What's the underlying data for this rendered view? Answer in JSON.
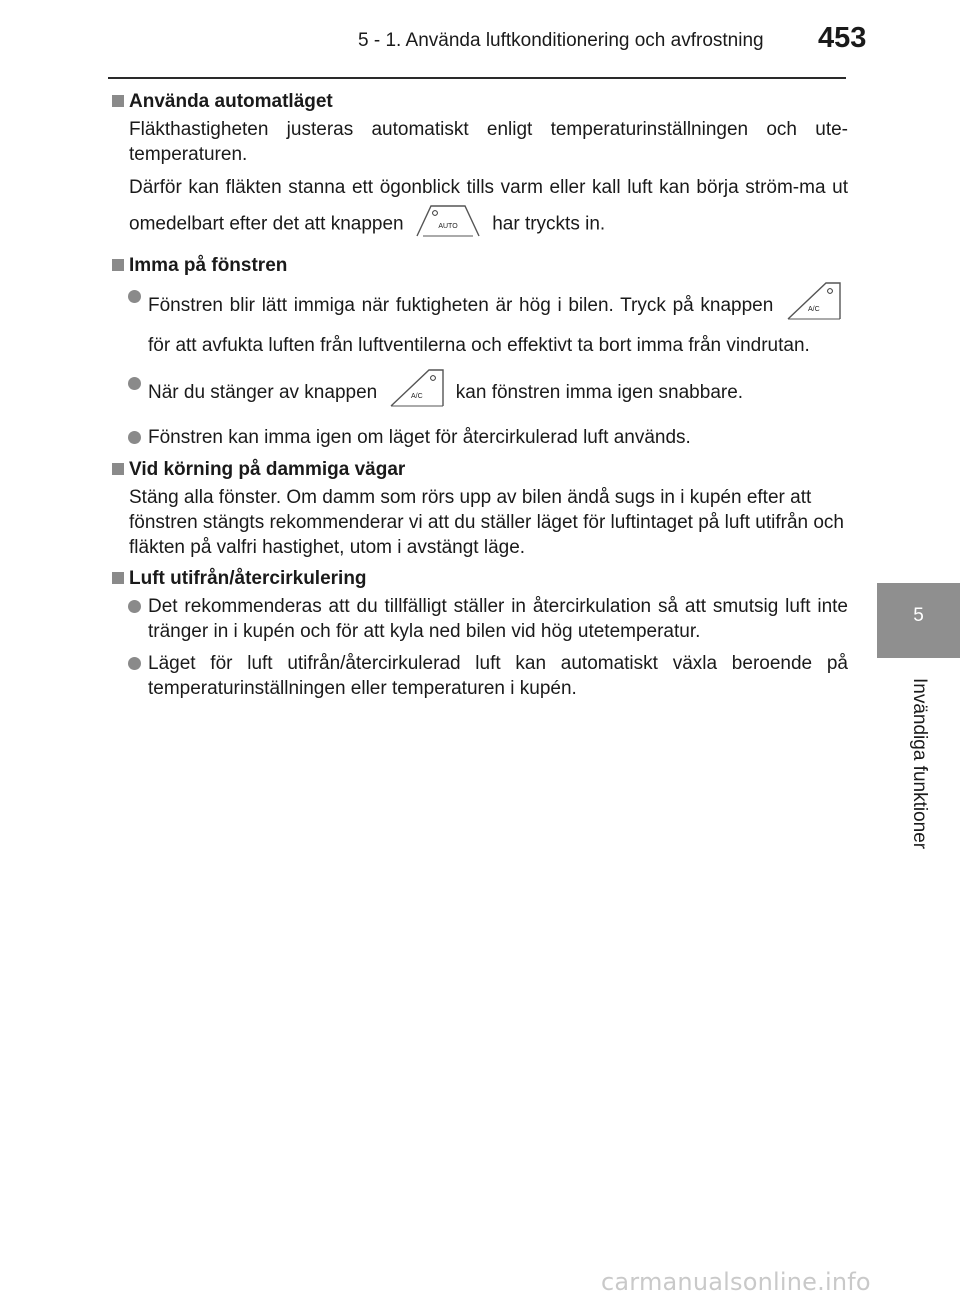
{
  "header": {
    "section_title": "5 - 1. Använda luftkonditionering och avfrostning",
    "page_number": "453"
  },
  "side_tab": {
    "chapter_number": "5",
    "chapter_label": "Invändiga funktioner"
  },
  "buttons": {
    "auto_label": "AUTO",
    "ac_label": "A/C"
  },
  "sections": {
    "auto": {
      "heading": "Använda automatläget",
      "p1": "Fläkthastigheten justeras automatiskt enligt temperaturinställningen och ute-temperaturen.",
      "p2_before": "Därför kan fläkten stanna ett ögonblick tills varm eller kall luft kan börja ström-ma ut omedelbart efter det att knappen",
      "p2_after": "har tryckts in."
    },
    "fog": {
      "heading": "Imma på fönstren",
      "b1_before": "Fönstren blir lätt immiga när fuktigheten är hög i bilen. Tryck på knappen",
      "b1_after": "för att avfukta luften från luftventilerna och effektivt ta bort imma från vindrutan.",
      "b2_before": "När du stänger av knappen",
      "b2_after": "kan fönstren imma igen snabbare.",
      "b3": "Fönstren kan imma igen om läget för återcirkulerad luft används."
    },
    "dusty": {
      "heading": "Vid körning på dammiga vägar",
      "p1": "Stäng alla fönster. Om damm som rörs upp av bilen ändå sugs in i kupén efter att fönstren stängts rekommenderar vi att du ställer läget för luftintaget på luft utifrån och fläkten på valfri hastighet, utom i avstängt läge."
    },
    "recirc": {
      "heading": "Luft utifrån/återcirkulering",
      "b1": "Det rekommenderas att du tillfälligt ställer in återcirkulation så att smutsig luft inte tränger in i kupén och för att kyla ned bilen vid hög utetemperatur.",
      "b2": "Läget för luft utifrån/återcirkulerad luft kan automatiskt växla beroende på temperaturinställningen eller temperaturen i kupén."
    }
  },
  "watermark": "carmanualsonline.info"
}
